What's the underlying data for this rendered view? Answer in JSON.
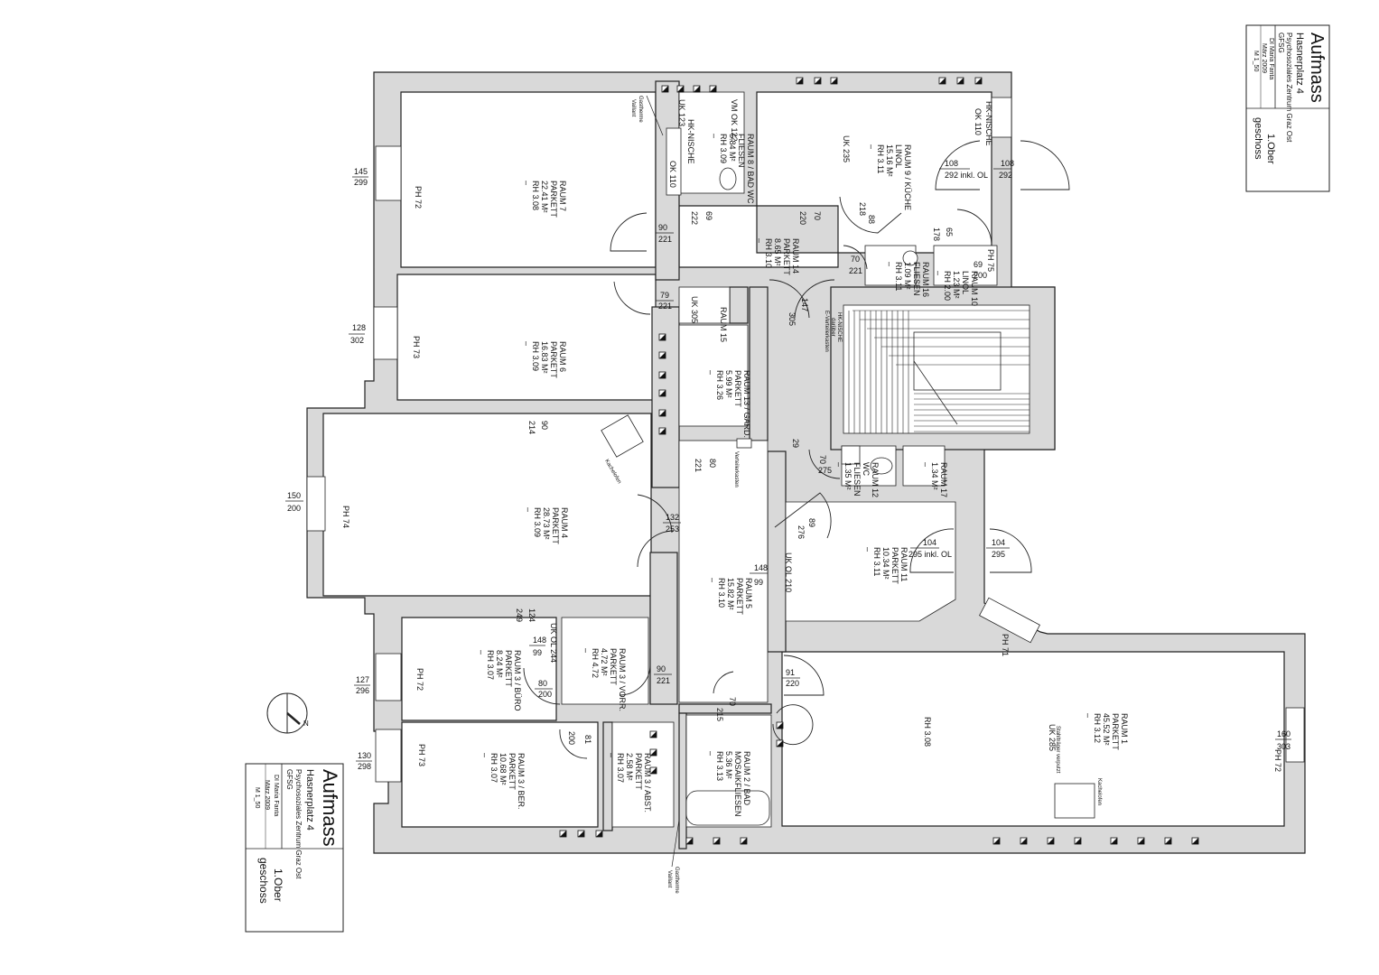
{
  "title_block": {
    "title": "Aufmass",
    "address": "Hasnerplatz 4",
    "client": "Psychosoziales Zentrum Graz Ost",
    "org": "GFSG",
    "author": "DI Maria Fanta",
    "date": "März 2009",
    "scale": "M 1_50",
    "floor_1": "1.Ober",
    "floor_2": "geschoss"
  },
  "rooms": [
    {
      "id": "raum7",
      "lines": [
        "RAUM 7",
        "PARKETT",
        "22.41 M²",
        "RH 3.08"
      ]
    },
    {
      "id": "raum6",
      "lines": [
        "RAUM 6",
        "PARKETT",
        "16.83 M²",
        "RH 3.09"
      ]
    },
    {
      "id": "raum4",
      "lines": [
        "RAUM 4",
        "PARKETT",
        "28.73 M²",
        "RH 3.09"
      ]
    },
    {
      "id": "raum8",
      "lines": [
        "RAUM 8 / BAD WC",
        "FLIESEN",
        "5.84 M²",
        "RH 3.09"
      ]
    },
    {
      "id": "raum9",
      "lines": [
        "RAUM 9 / KÜCHE",
        "LINOL",
        "15.16 M²",
        "RH 3.11"
      ]
    },
    {
      "id": "raum10",
      "lines": [
        "RAUM 10",
        "LINOL",
        "1.23 M²",
        "RH 2.00"
      ]
    },
    {
      "id": "raum16",
      "lines": [
        "RAUM 16",
        "FLIESEN",
        "1.09 M²",
        "RH 3.11"
      ]
    },
    {
      "id": "raum14",
      "lines": [
        "RAUM 14",
        "PARKETT",
        "8.65 M²",
        "RH 3.10"
      ]
    },
    {
      "id": "raum15",
      "lines": [
        "RAUM 15"
      ]
    },
    {
      "id": "raum13",
      "lines": [
        "RAUM 13 / GARD.",
        "PARKETT",
        "5.99 M²",
        "RH 3.26"
      ]
    },
    {
      "id": "raum12",
      "lines": [
        "RAUM 12",
        "WC",
        "FLIESEN",
        "1.35 M²"
      ]
    },
    {
      "id": "raum17",
      "lines": [
        "RAUM 17",
        "1.34 M²"
      ]
    },
    {
      "id": "raum11",
      "lines": [
        "RAUM 11",
        "PARKETT",
        "10.34 M²",
        "RH 3.11"
      ]
    },
    {
      "id": "raum5",
      "lines": [
        "RAUM 5",
        "PARKETT",
        "15.82 M²",
        "RH 3.10"
      ]
    },
    {
      "id": "raum3vorr",
      "lines": [
        "RAUM 3 / VORR.",
        "PARKETT",
        "4.72 M²",
        "RH 4.72"
      ]
    },
    {
      "id": "raum3buero",
      "lines": [
        "RAUM 3 / BÜRO",
        "PARKETT",
        "8.24 M²",
        "RH 3.07"
      ]
    },
    {
      "id": "raum3ber",
      "lines": [
        "RAUM 3 / BER.",
        "PARKETT",
        "10.68 M²",
        "RH 3.07"
      ]
    },
    {
      "id": "raum3abst",
      "lines": [
        "RAUM 3 / ABST.",
        "PARKETT",
        "2.58 M²",
        "RH 3.07"
      ]
    },
    {
      "id": "raum2",
      "lines": [
        "RAUM 2 / BAD",
        "MOSAIKFLIESEN",
        "5.36 M²",
        "RH 3.13"
      ]
    },
    {
      "id": "raum1",
      "lines": [
        "RAUM 1",
        "PARKETT",
        "45.52 M²",
        "RH 3.12"
      ]
    },
    {
      "id": "raum1b",
      "lines": [
        "RH 3.08"
      ]
    }
  ],
  "labels": {
    "ph72_a": "PH 72",
    "ph73_a": "PH 73",
    "ph74": "PH 74",
    "ph72_b": "PH 72",
    "ph73_b": "PH 73",
    "ph72_c": "PH 72",
    "ph71": "PH 71",
    "ph75": "PH 75",
    "vm_ok": "VM OK 122",
    "uk_123": "UK 123",
    "hk_nische_1": "HK-NISCHE",
    "ok_110_1": "OK 110",
    "hk_nische_2": "HK-NISCHE",
    "ok_110_2": "OK 110",
    "uk_235": "UK 235",
    "uk_305": "UK 305",
    "hk_nische_3": "HK-NISCHE",
    "darueber": "darüber",
    "e_verteiler": "E-Verteilerkasten",
    "verteilerkasten": "Verteilerkasten",
    "uk_ol_210": "UK OL 210",
    "uk_ol_244": "UK OL 244",
    "uk_285": "UK 285",
    "stahltraeger": "Stahlträger verputzt",
    "kachelofen_1": "Kachelofen",
    "kachelofen_2": "Kachelofen",
    "gastherme_1": "Gastherme",
    "vaillant_1": "Vaillant",
    "gastherme_2": "Gastherme",
    "vaillant_2": "Vaillant",
    "north": "N"
  },
  "dims": {
    "w7": "145",
    "w7b": "299",
    "w6": "128",
    "w6b": "302",
    "w4": "150",
    "w4b": "200",
    "w3a": "127",
    "w3ab": "296",
    "w3b": "130",
    "w3bb": "298",
    "w1": "160",
    "w1b": "303",
    "d108a": "108",
    "d108b": "108",
    "d292": "292 inkl. OL",
    "d292b": "292",
    "d104a": "104",
    "d104b": "104",
    "d295": "295 inkl. OL",
    "d295b": "295",
    "d90_221a": "90",
    "d90_221a_b": "221",
    "d79": "79",
    "d79b": "221",
    "d69": "69",
    "d69b": "222",
    "d70a": "70",
    "d70ab": "220",
    "d218": "218",
    "d88": "88",
    "d70b": "70",
    "d70bb": "221",
    "d65": "65",
    "d178": "178",
    "d69_200": "69",
    "d200": "200",
    "d147": "147",
    "d305": "305",
    "d90_214": "90",
    "d214": "214",
    "d80a": "80",
    "d221c": "221",
    "d70c": "70",
    "d275": "275",
    "d29": "29",
    "d89": "89",
    "d276": "276",
    "d132": "132",
    "d253": "253",
    "d148a": "148",
    "d99a": "99",
    "d124": "124",
    "d249": "249",
    "d148b": "148",
    "d99b": "99",
    "d80b": "80",
    "d200b": "200",
    "d90b": "90",
    "d221d": "221",
    "d91": "91",
    "d220": "220",
    "d70d": "70",
    "d215": "215",
    "d81": "81",
    "d200c": "200"
  }
}
